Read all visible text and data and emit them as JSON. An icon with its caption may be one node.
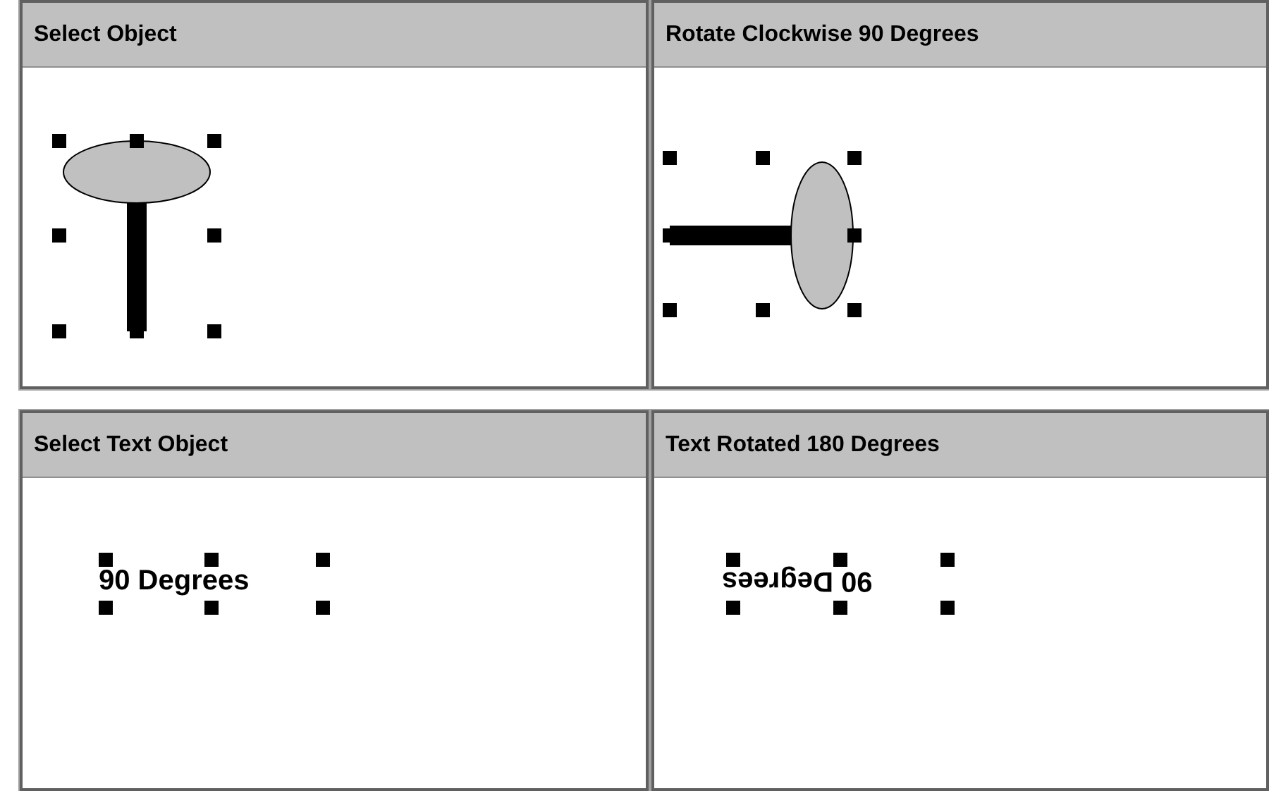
{
  "diagram": {
    "nodes": [
      {
        "text": [
          "Select Object"
        ]
      },
      {
        "text": [
          "Rotate Clockwise 90 Degrees"
        ]
      },
      {
        "text": [
          "Select Text Object"
        ]
      },
      {
        "text": [
          "Text Rotated 180 Degrees"
        ]
      }
    ],
    "labels": [
      "90 Degrees",
      "90 Degrees"
    ]
  }
}
